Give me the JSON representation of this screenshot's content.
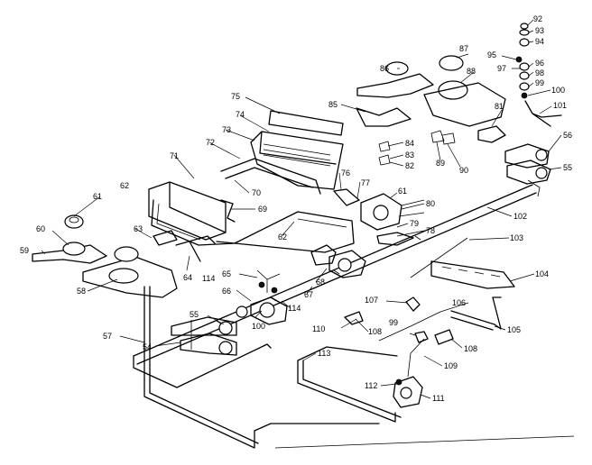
{
  "labels": {
    "l92": "92",
    "l93": "93",
    "l94": "94",
    "l95": "95",
    "l96": "96",
    "l97": "97",
    "l98": "98",
    "l99": "99",
    "l100": "100",
    "l101": "101",
    "l86": "86",
    "l87": "87",
    "l88": "88",
    "l85": "85",
    "l81": "81",
    "l84": "84",
    "l83": "83",
    "l82": "82",
    "l89": "89",
    "l90": "90",
    "l75": "75",
    "l74": "74",
    "l73": "73",
    "l72": "72",
    "l71": "71",
    "l70": "70",
    "l69": "69",
    "l76": "76",
    "l77": "77",
    "l61": "61",
    "l80": "80",
    "l79": "79",
    "l78": "78",
    "l56": "56",
    "l55": "55",
    "l102": "102",
    "l103": "103",
    "l104": "104",
    "l105": "105",
    "l106": "106",
    "l107": "107",
    "l108": "108",
    "l109": "109",
    "l110": "110",
    "l111": "111",
    "l112": "112",
    "l113": "113",
    "l62": "62",
    "l63": "63",
    "l64": "64",
    "l65": "65",
    "l66": "66",
    "l67": "67",
    "l68": "68",
    "l114": "114",
    "l60": "60",
    "l59": "59",
    "l58": "58",
    "l57": "57",
    "l54": "54"
  },
  "colors": {
    "ink": "#000000",
    "paper": "#ffffff"
  }
}
